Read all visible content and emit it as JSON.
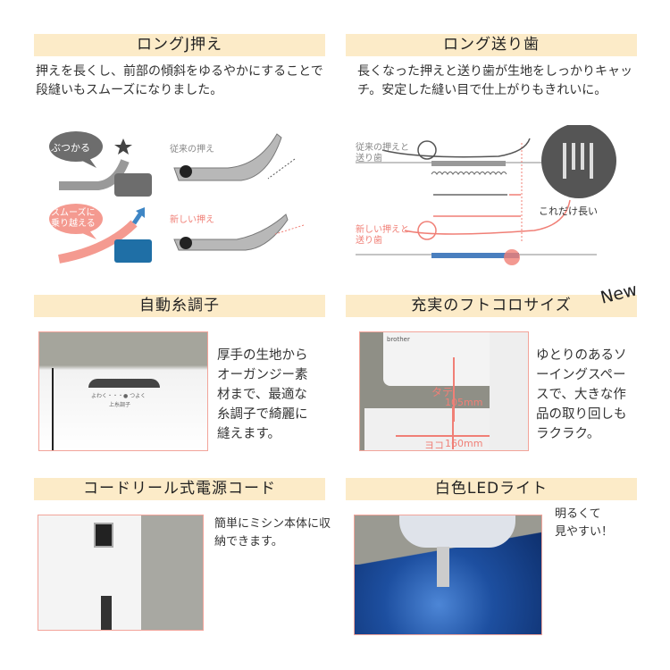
{
  "sections": {
    "long_j_foot": {
      "title": "ロングJ押え",
      "description": "押えを長くし、前部の傾斜をゆるやかにすることで段縫いもスムーズになりました。",
      "bubble_old": "ぶつかる",
      "bubble_new_line1": "スムーズに",
      "bubble_new_line2": "乗り越える",
      "label_old": "従来の押え",
      "label_new": "新しい押え"
    },
    "long_feed_dog": {
      "title": "ロング送り歯",
      "description": "長くなった押えと送り歯が生地をしっかりキャッチ。安定した縫い目で仕上がりもきれいに。",
      "label_old_line1": "従来の押えと",
      "label_old_line2": "送り歯",
      "label_new_line1": "新しい押えと",
      "label_new_line2": "送り歯",
      "callout": "これだけ長い"
    },
    "auto_tension": {
      "title": "自動糸調子",
      "side_text": "厚手の生地からオーガンジー素材まで、最適な糸調子で綺麗に縫えます。",
      "dial_scale": "よわく・・・● つよく",
      "dial_label": "上糸調子"
    },
    "workspace": {
      "title": "充実のフトコロサイズ",
      "badge": "New",
      "side_text": "ゆとりのあるソーイングスペースで、大きな作品の取り回しもラクラク。",
      "brand": "brother",
      "height_label": "タテ",
      "height_value": "105mm",
      "width_label": "ヨコ",
      "width_value": "160mm"
    },
    "cord_reel": {
      "title": "コードリール式電源コード",
      "side_text": "簡単にミシン本体に収納できます。"
    },
    "led_light": {
      "title": "白色LEDライト",
      "side_text_line1": "明るくて",
      "side_text_line2": "見やすい！"
    }
  },
  "colors": {
    "header_bg": "#fcebc8",
    "accent_pink": "#f07f76",
    "blue": "#1f6fa6"
  }
}
